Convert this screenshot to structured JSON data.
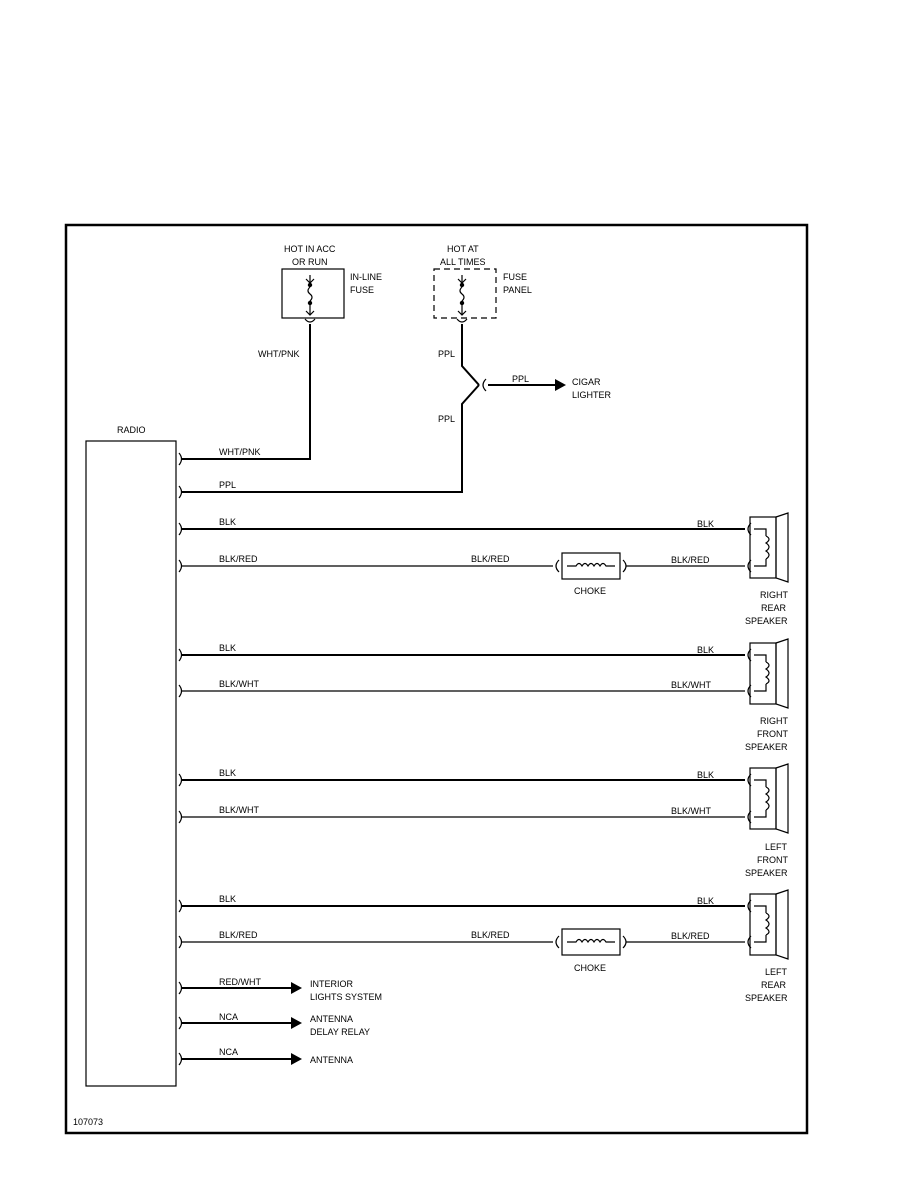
{
  "diagram_id": "107073",
  "radio_label": "RADIO",
  "power": {
    "acc_hot_label": [
      "HOT IN ACC",
      "OR RUN"
    ],
    "inline_fuse_label": [
      "IN-LINE",
      "FUSE"
    ],
    "always_hot_label": [
      "HOT AT",
      "ALL TIMES"
    ],
    "fuse_panel_label": [
      "FUSE",
      "PANEL"
    ],
    "wht_pnk": "WHT/PNK",
    "ppl": "PPL",
    "cigar_lighter": [
      "CIGAR",
      "LIGHTER"
    ]
  },
  "radio_wires": [
    "WHT/PNK",
    "PPL",
    "BLK",
    "BLK/RED",
    "BLK",
    "BLK/WHT",
    "BLK",
    "BLK/WHT",
    "BLK",
    "BLK/RED",
    "RED/WHT",
    "NCA",
    "NCA"
  ],
  "choke_label": "CHOKE",
  "speakers": [
    {
      "label": [
        "RIGHT",
        "REAR",
        "SPEAKER"
      ],
      "wire_a": "BLK",
      "wire_b": "BLK/RED",
      "choke_wire": "BLK/RED"
    },
    {
      "label": [
        "RIGHT",
        "FRONT",
        "SPEAKER"
      ],
      "wire_a": "BLK",
      "wire_b": "BLK/WHT"
    },
    {
      "label": [
        "LEFT",
        "FRONT",
        "SPEAKER"
      ],
      "wire_a": "BLK",
      "wire_b": "BLK/WHT"
    },
    {
      "label": [
        "LEFT",
        "REAR",
        "SPEAKER"
      ],
      "wire_a": "BLK",
      "wire_b": "BLK/RED",
      "choke_wire": "BLK/RED"
    }
  ],
  "outputs": [
    [
      "INTERIOR",
      "LIGHTS SYSTEM"
    ],
    [
      "ANTENNA",
      "DELAY RELAY"
    ],
    [
      "ANTENNA"
    ]
  ]
}
